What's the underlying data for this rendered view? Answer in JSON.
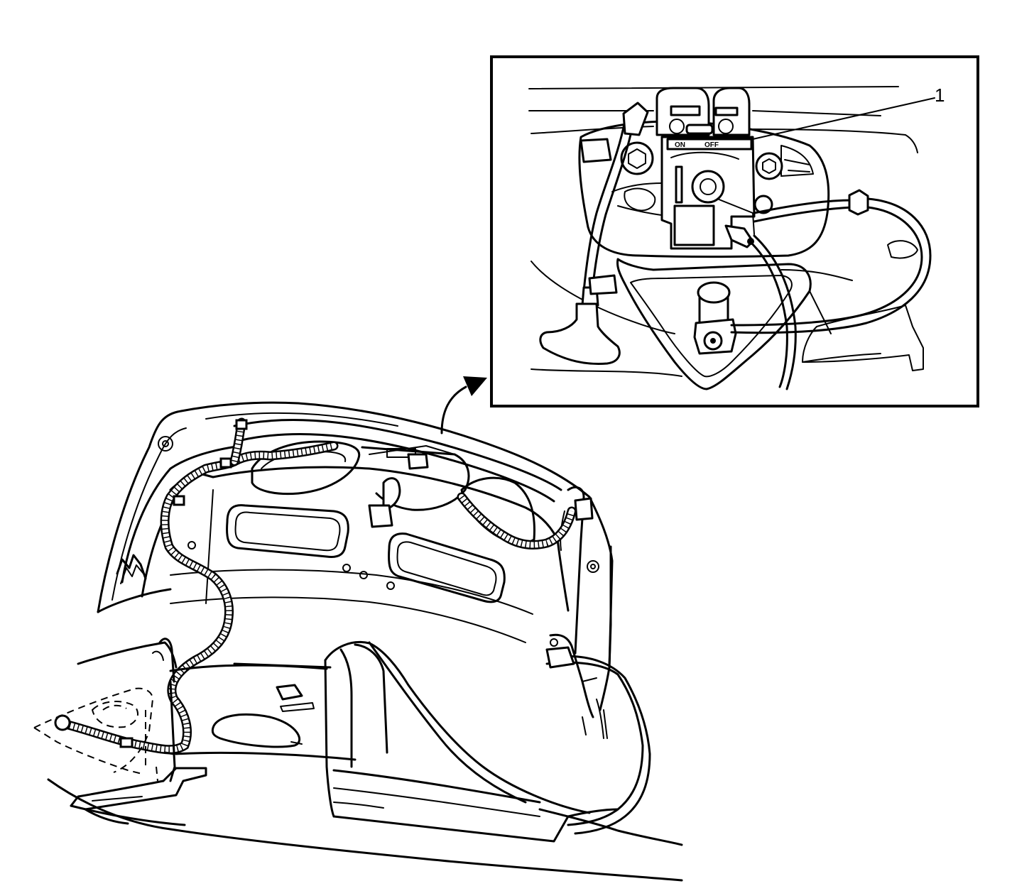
{
  "callouts": [
    {
      "label": "1"
    }
  ],
  "switch_labels": {
    "on": "ON",
    "off": "OFF"
  }
}
